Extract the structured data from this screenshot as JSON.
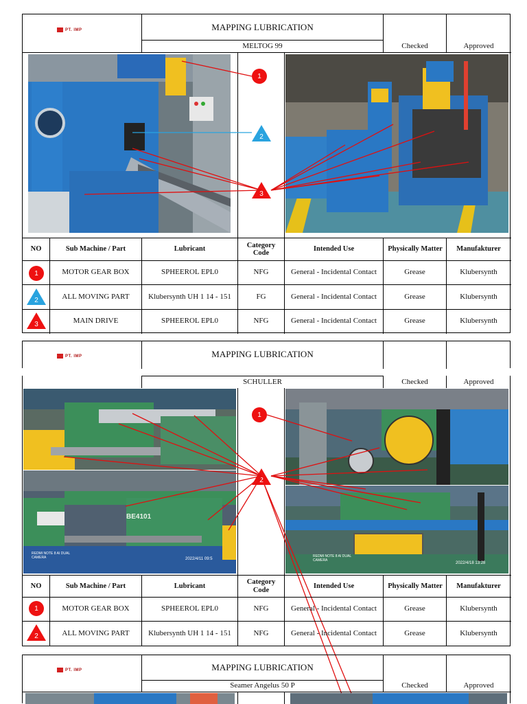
{
  "logo_text": "PT. IMP",
  "colors": {
    "badge_red": "#ee1111",
    "badge_blue": "#29a3df",
    "machine_blue": "#2a78c4",
    "machine_green": "#3c8f5a"
  },
  "sheets": [
    {
      "title": "MAPPING LUBRICATION",
      "machine": "MELTOG 99",
      "checked": "Checked",
      "approved": "Approved",
      "headers": {
        "no": "NO",
        "sub": "Sub Machine / Part",
        "lub": "Lubricant",
        "cat": "Category Code",
        "use": "Intended Use",
        "phys": "Physically Matter",
        "mfr": "Manufakturer"
      },
      "rows": [
        {
          "no": "1",
          "shape": "circle-red",
          "sub": "MOTOR GEAR BOX",
          "lub": "SPHEEROL EPL0",
          "cat": "NFG",
          "use": "General  - Incidental Contact",
          "phys": "Grease",
          "mfr": "Klubersynth"
        },
        {
          "no": "2",
          "shape": "triangle-blue",
          "sub": "ALL MOVING PART",
          "lub": "Klubersynth UH 1 14 - 151",
          "cat": "FG",
          "use": "General  - Incidental Contact",
          "phys": "Grease",
          "mfr": "Klubersynth"
        },
        {
          "no": "3",
          "shape": "triangle-red",
          "sub": "MAIN DRIVE",
          "lub": "SPHEEROL EPL0",
          "cat": "NFG",
          "use": "General  - Incidental Contact",
          "phys": "Grease",
          "mfr": "Klubersynth"
        }
      ],
      "markers": [
        "1",
        "2",
        "3"
      ]
    },
    {
      "title": "MAPPING LUBRICATION",
      "machine": "SCHULLER",
      "checked": "Checked",
      "approved": "Approved",
      "headers": {
        "no": "NO",
        "sub": "Sub Machine / Part",
        "lub": "Lubricant",
        "cat": "Category Code",
        "use": "Intended Use",
        "phys": "Physically Matter",
        "mfr": "Manufakturer"
      },
      "rows": [
        {
          "no": "1",
          "shape": "circle-red",
          "sub": "MOTOR GEAR BOX",
          "lub": "SPHEEROL EPL0",
          "cat": "NFG",
          "use": "General  - Incidental Contact",
          "phys": "Grease",
          "mfr": "Klubersynth"
        },
        {
          "no": "2",
          "shape": "triangle-red",
          "sub": "ALL MOVING PART",
          "lub": "Klubersynth UH 1 14 - 151",
          "cat": "NFG",
          "use": "General  - Incidental Contact",
          "phys": "Grease",
          "mfr": "Klubersynth"
        }
      ],
      "markers": [
        "1",
        "2"
      ],
      "photo_stamps": [
        "REDMI NOTE 8 AI DUAL CAMERA",
        "2022/4/11 09:5",
        "REDMI NOTE 8 AI DUAL CAMERA",
        "2022/4/18 13:28"
      ],
      "machine_plate": "BE4101"
    },
    {
      "title": "MAPPING LUBRICATION",
      "machine": "Seamer Angelus 50 P",
      "checked": "Checked",
      "approved": "Approved"
    }
  ]
}
